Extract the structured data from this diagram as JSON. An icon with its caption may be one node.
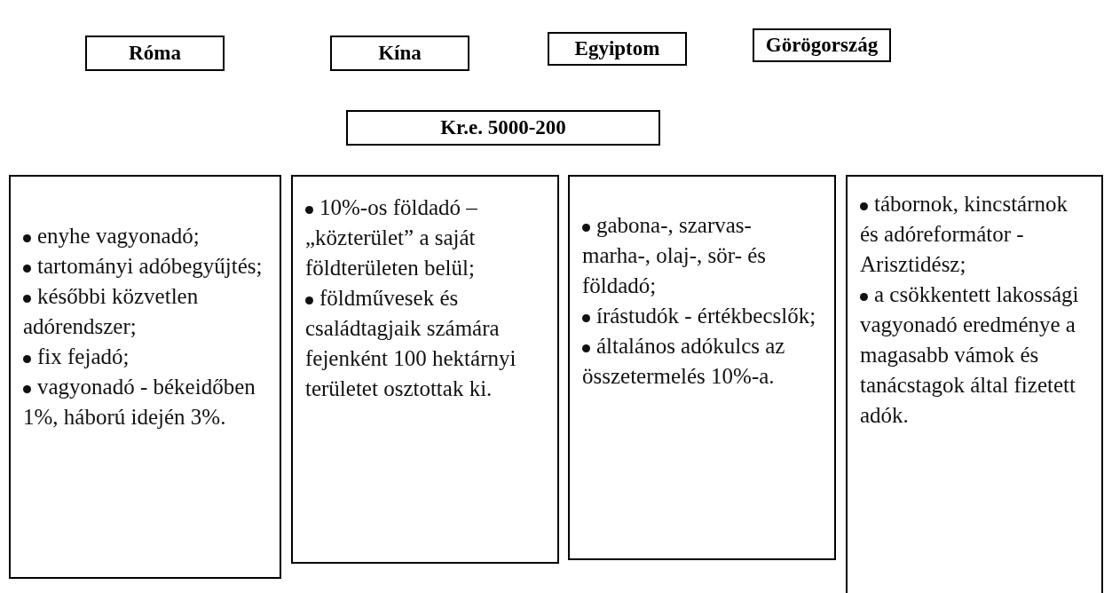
{
  "diagram": {
    "nodes": [
      {
        "text": [
          "Róma"
        ]
      },
      {
        "text": [
          "Kína"
        ]
      },
      {
        "text": [
          "Egyiptom"
        ]
      },
      {
        "text": [
          "Görögország"
        ]
      },
      {
        "text": [
          "Kr.e. 5000-200"
        ]
      },
      {
        "text": [
          "enyhe vagyonadó;",
          "tartományi adóbegyűjtés;",
          "későbbi közvetlen adórendszer;",
          "fix fejadó;",
          "vagyonadó - békeidőben 1%, háború idején 3%."
        ]
      },
      {
        "text": [
          "10%-os földadó – „közterület” a saját földterületen belül;",
          "földművesek és családtagjaik számára fejenként 100 hektárnyi területet osztottak ki."
        ]
      },
      {
        "text": [
          "gabona-, szarvas- marha-, olaj-, sör- és földadó;",
          "írástudók - értékbecslők;",
          "általános adókulcs az összetermelés 10%-a."
        ]
      },
      {
        "text": [
          "tábornok, kincstárnok és adóreformátor - Arisztidész;",
          "a csökkentett lakossági vagyonadó eredménye a magasabb vámok és tanácstagok által fizetett adók."
        ]
      }
    ]
  }
}
